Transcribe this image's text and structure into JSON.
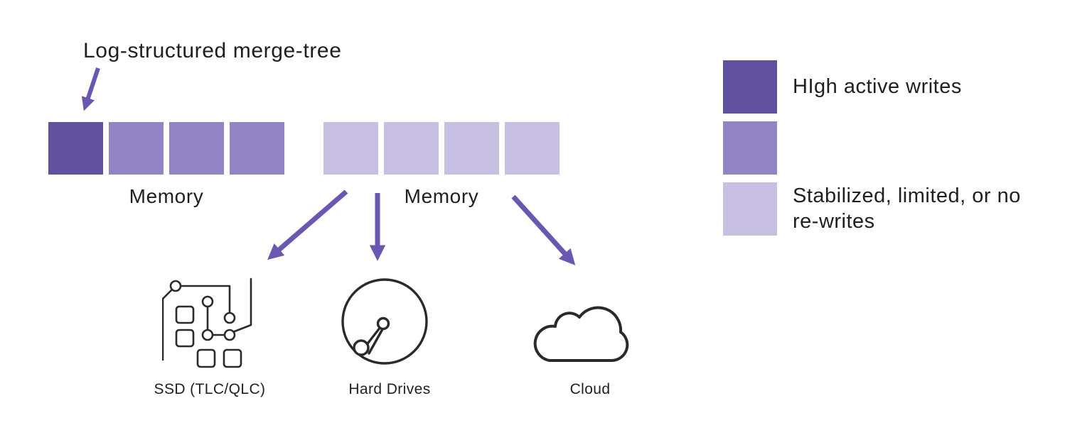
{
  "title": "Log-structured merge-tree",
  "colors": {
    "dark": "#61509e",
    "medium": "#9183c4",
    "light": "#c7c0e2",
    "arrow": "#6a57b2",
    "text": "#1f1f1f"
  },
  "memory": {
    "groups": [
      {
        "label": "Memory",
        "blocks": [
          "dark",
          "medium",
          "medium",
          "medium"
        ]
      },
      {
        "label": "Memory",
        "blocks": [
          "light",
          "light",
          "light",
          "light"
        ]
      }
    ]
  },
  "storage": {
    "items": [
      {
        "label": "SSD (TLC/QLC)",
        "icon": "circuit-icon"
      },
      {
        "label": "Hard Drives",
        "icon": "hard-drive-icon"
      },
      {
        "label": "Cloud",
        "icon": "cloud-icon"
      }
    ]
  },
  "legend": {
    "items": [
      {
        "color_key": "dark",
        "label": "HIgh active writes"
      },
      {
        "color_key": "medium",
        "label": ""
      },
      {
        "color_key": "light",
        "label": "Stabilized, limited, or no re-writes"
      }
    ]
  }
}
